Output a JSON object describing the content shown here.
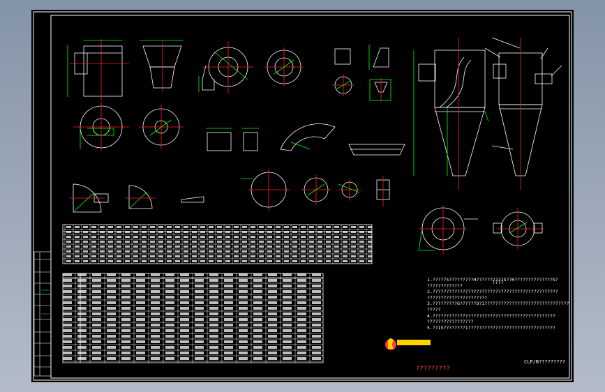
{
  "drawing": {
    "notes_title": "????",
    "notes": [
      "1.????75??????7??H??????????S??H??????????????S?",
      "?????????????",
      "2.??????????????????????????????????????????????",
      "??????????????????????",
      "3.?????????G??????O?1???????????????????????????????",
      "?????",
      "4.?????????????????????????????????????????????",
      "?????????????????",
      "5.??IS????????1????????????????????????????????"
    ],
    "company_name": "?????????",
    "drawing_title": "CLP/B?????????",
    "colors": {
      "sheet": "#000000",
      "line": "#ffffff",
      "center_line": "#ff2020",
      "dimension": "#00ff00",
      "title_block_accent": "#00aaff",
      "logo": "#ff3b3b"
    }
  }
}
